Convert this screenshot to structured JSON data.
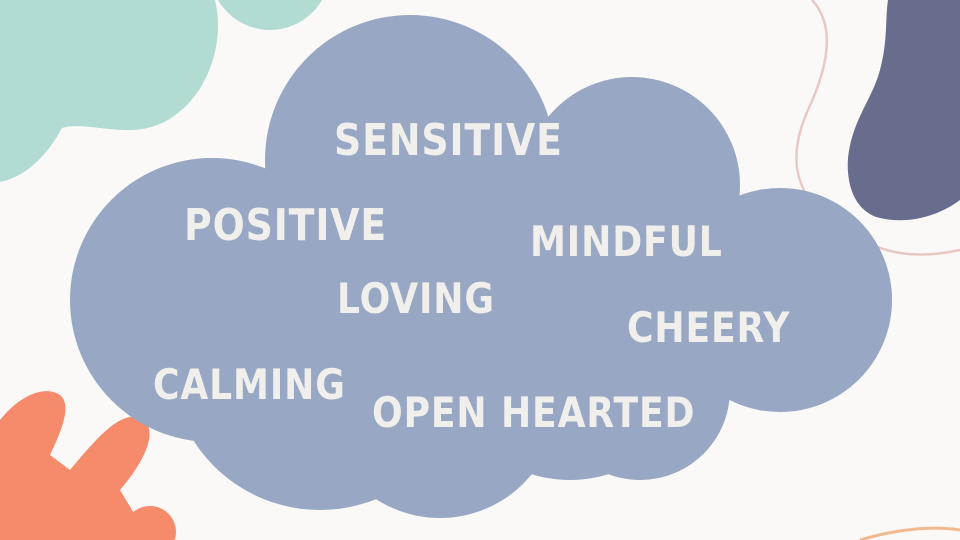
{
  "colors": {
    "background": "#fbf9f8",
    "cloud": "#98a8c4",
    "word_text": "#f1efeb",
    "mint_blob": "#b2dcd3",
    "slate_blob": "#696d8d",
    "coral_leaf": "#f68b6b",
    "thin_line": "#e9c8c4",
    "peach_line": "#f3b98e"
  },
  "words": {
    "sensitive": "SENSITIVE",
    "positive": "POSITIVE",
    "mindful": "MINDFUL",
    "loving": "LOVING",
    "cheery": "CHEERY",
    "calming": "CALMING",
    "open_hearted": "OPEN HEARTED"
  }
}
